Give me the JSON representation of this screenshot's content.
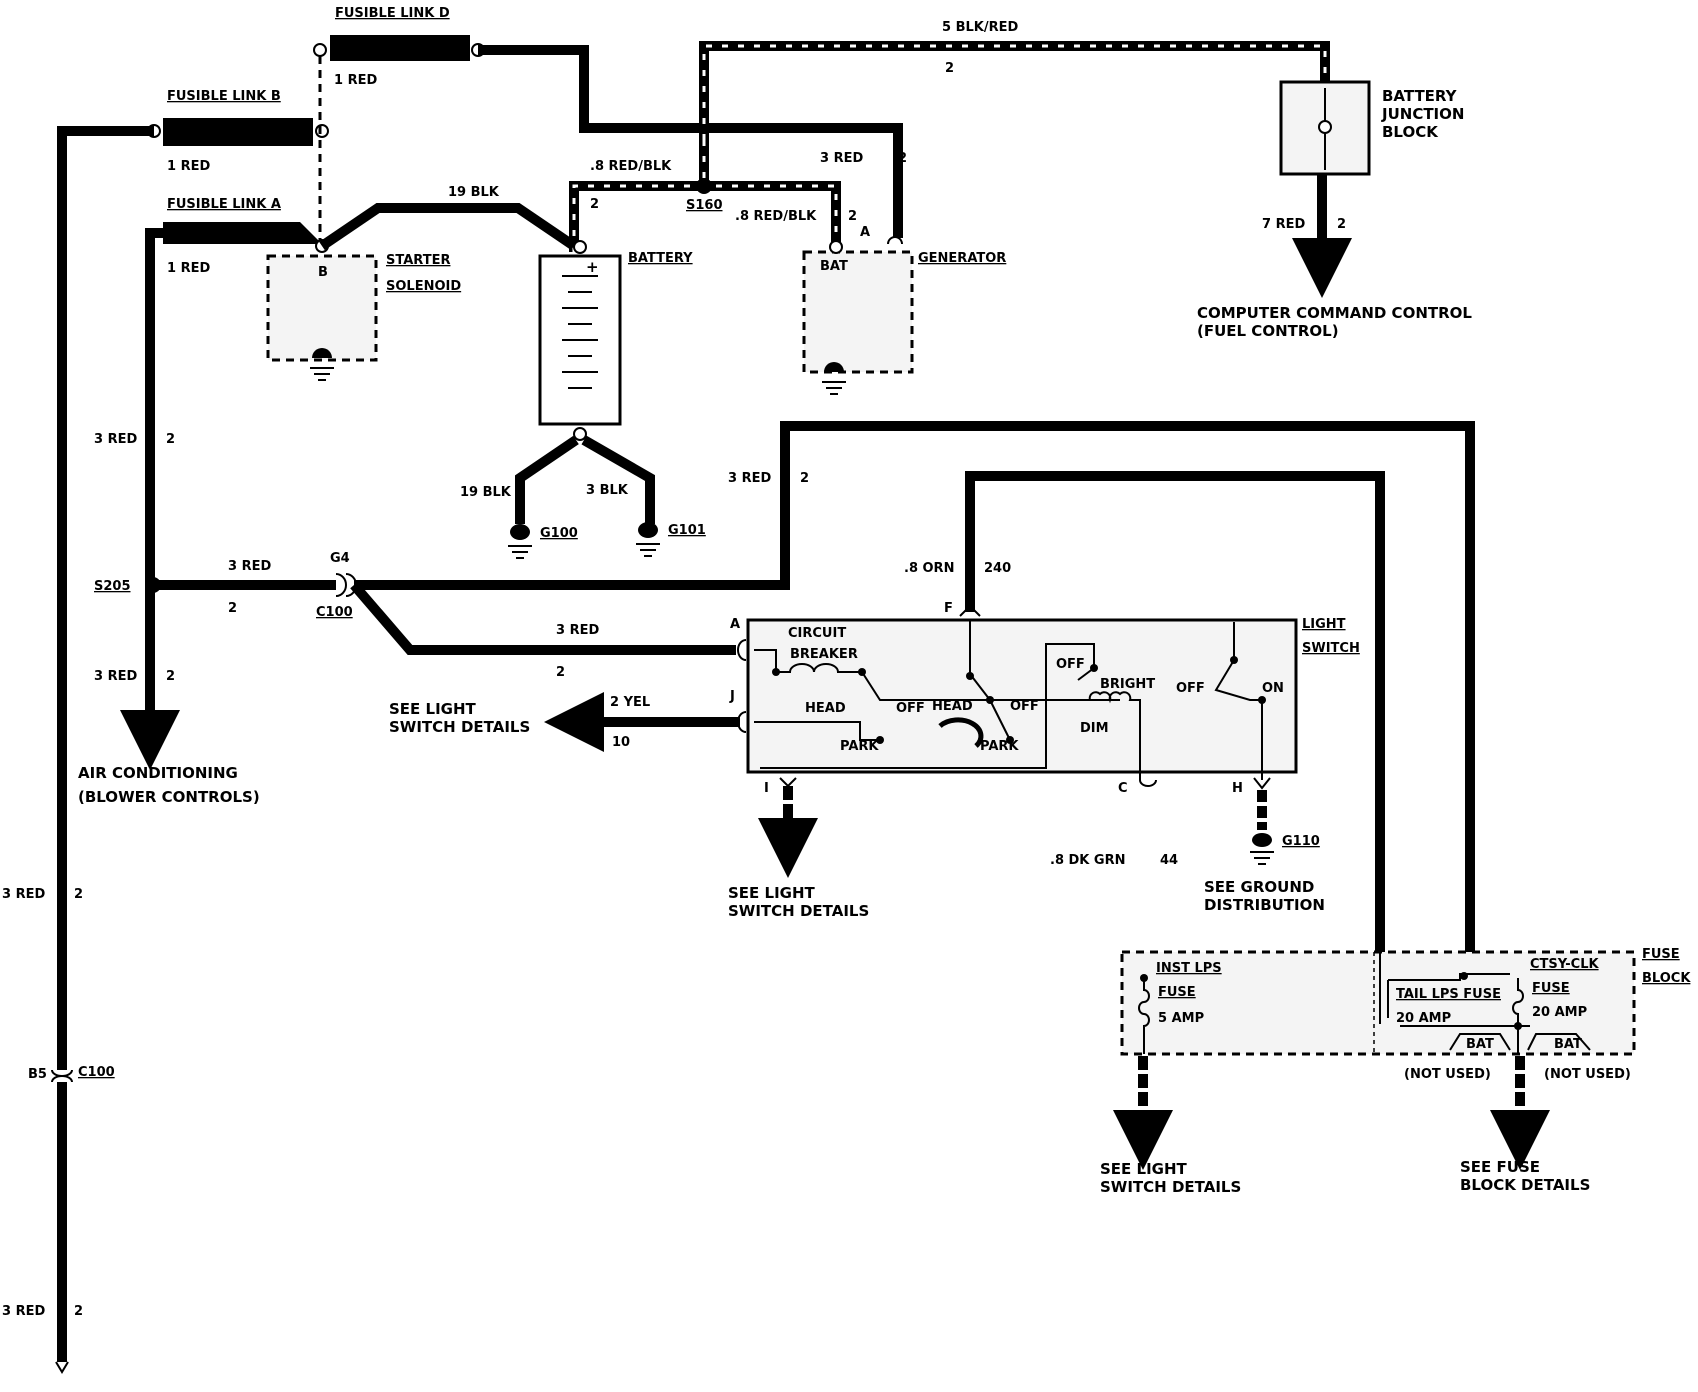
{
  "fusible_links": {
    "d": {
      "title": "FUSIBLE LINK D",
      "wire": "1 RED"
    },
    "b": {
      "title": "FUSIBLE LINK B",
      "wire": "1 RED"
    },
    "a": {
      "title": "FUSIBLE LINK A",
      "wire": "1 RED"
    }
  },
  "wires": {
    "top_blk_red": "5 BLK/RED",
    "top_blk_red_circuit": "2",
    "red_blk_1": ".8 RED/BLK",
    "red_blk_1_circuit": "2",
    "red_blk_2": ".8 RED/BLK",
    "red_blk_2_circuit": "2",
    "gen_red": "3 RED",
    "gen_red_circuit": "2",
    "starter_batt": "19 BLK",
    "ground_19": "19 BLK",
    "ground_3": "3 BLK",
    "left_red_upper": "3 RED",
    "left_red_upper_circuit": "2",
    "s205_red": "3 RED",
    "s205_red_circuit": "2",
    "left_red_lower": "3 RED",
    "left_red_lower_circuit": "2",
    "right_red": "3 RED",
    "right_red_circuit": "2",
    "orn": ".8 ORN",
    "orn_circuit": "240",
    "ls_red": "3 RED",
    "ls_red_circuit": "2",
    "yel": "2 YEL",
    "yel_circuit": "10",
    "dk_grn": ".8 DK GRN",
    "dk_grn_circuit": "44",
    "outer_red_1": "3 RED",
    "outer_red_1_circuit": "2",
    "outer_red_2": "3 RED",
    "outer_red_2_circuit": "2",
    "battery_junction_red": "7 RED",
    "battery_junction_red_circuit": "2"
  },
  "components": {
    "battery_junction": [
      "BATTERY",
      "JUNCTION",
      "BLOCK"
    ],
    "starter": [
      "STARTER",
      "SOLENOID"
    ],
    "starter_terminal": "B",
    "battery": "BATTERY",
    "battery_plus": "+",
    "generator": "GENERATOR",
    "generator_terminal": "BAT",
    "generator_pin": "A",
    "light_switch": [
      "LIGHT",
      "SWITCH"
    ],
    "fuse_block": [
      "FUSE",
      "BLOCK"
    ]
  },
  "splices": {
    "s160": "S160",
    "s205": "S205",
    "g100": "G100",
    "g101": "G101",
    "g110": "G110",
    "c100_a": "C100",
    "c100_pin_a": "G4",
    "c100_b": "C100",
    "c100_pin_b": "B5"
  },
  "light_switch": {
    "pin_a": "A",
    "pin_j": "J",
    "pin_f": "F",
    "pin_i": "I",
    "pin_c": "C",
    "pin_h": "H",
    "circuit_breaker": [
      "CIRCUIT",
      "BREAKER"
    ],
    "head_1": "HEAD",
    "off_1": "OFF",
    "park_1": "PARK",
    "head_2": "HEAD",
    "off_2": "OFF",
    "park_2": "PARK",
    "off_dim": "OFF",
    "bright": "BRIGHT",
    "dim": "DIM",
    "off_3": "OFF",
    "on": "ON"
  },
  "fuse_block": {
    "inst_lps": [
      "INST LPS",
      "FUSE",
      "5 AMP"
    ],
    "tail_lps": [
      "TAIL LPS FUSE",
      "20 AMP"
    ],
    "ctsy_clk": [
      "CTSY-CLK",
      "FUSE",
      "20 AMP"
    ],
    "bat_1": "BAT",
    "bat_2": "BAT",
    "not_used_1": "(NOT USED)",
    "not_used_2": "(NOT USED)"
  },
  "destinations": {
    "computer": [
      "COMPUTER COMMAND CONTROL",
      "(FUEL CONTROL)"
    ],
    "air_conditioning": [
      "AIR CONDITIONING",
      "(BLOWER CONTROLS)"
    ],
    "see_light_1": [
      "SEE LIGHT",
      "SWITCH DETAILS"
    ],
    "see_light_2": [
      "SEE LIGHT",
      "SWITCH DETAILS"
    ],
    "see_light_3": [
      "SEE LIGHT",
      "SWITCH DETAILS"
    ],
    "see_ground": [
      "SEE GROUND",
      "DISTRIBUTION"
    ],
    "see_fuse": [
      "SEE FUSE",
      "BLOCK DETAILS"
    ]
  }
}
